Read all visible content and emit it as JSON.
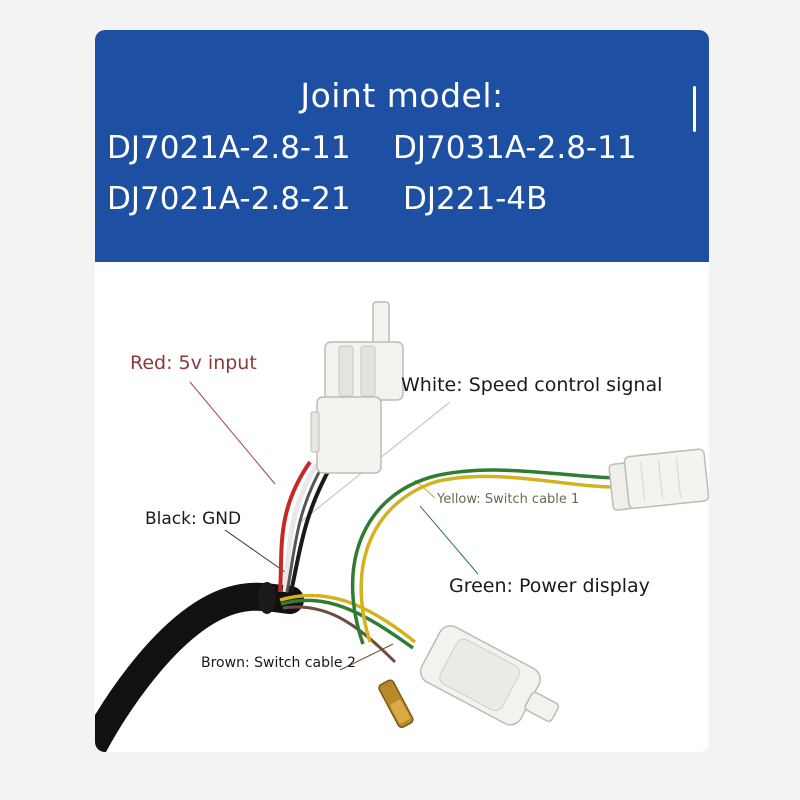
{
  "banner": {
    "title": "Joint model:",
    "models": [
      "DJ7021A-2.8-11",
      "DJ7031A-2.8-11",
      "DJ7021A-2.8-21",
      "DJ221-4B"
    ]
  },
  "labels": {
    "red": "Red: 5v input",
    "white": "White: Speed control signal",
    "yellow": "Yellow: Switch cable 1",
    "black": "Black: GND",
    "green": "Green: Power display",
    "brown": "Brown: Switch cable 2"
  },
  "colors": {
    "banner": "#1d4fa3",
    "background": "#f3f3f3",
    "cable": "#111111",
    "connector": "#f2f2ee"
  }
}
